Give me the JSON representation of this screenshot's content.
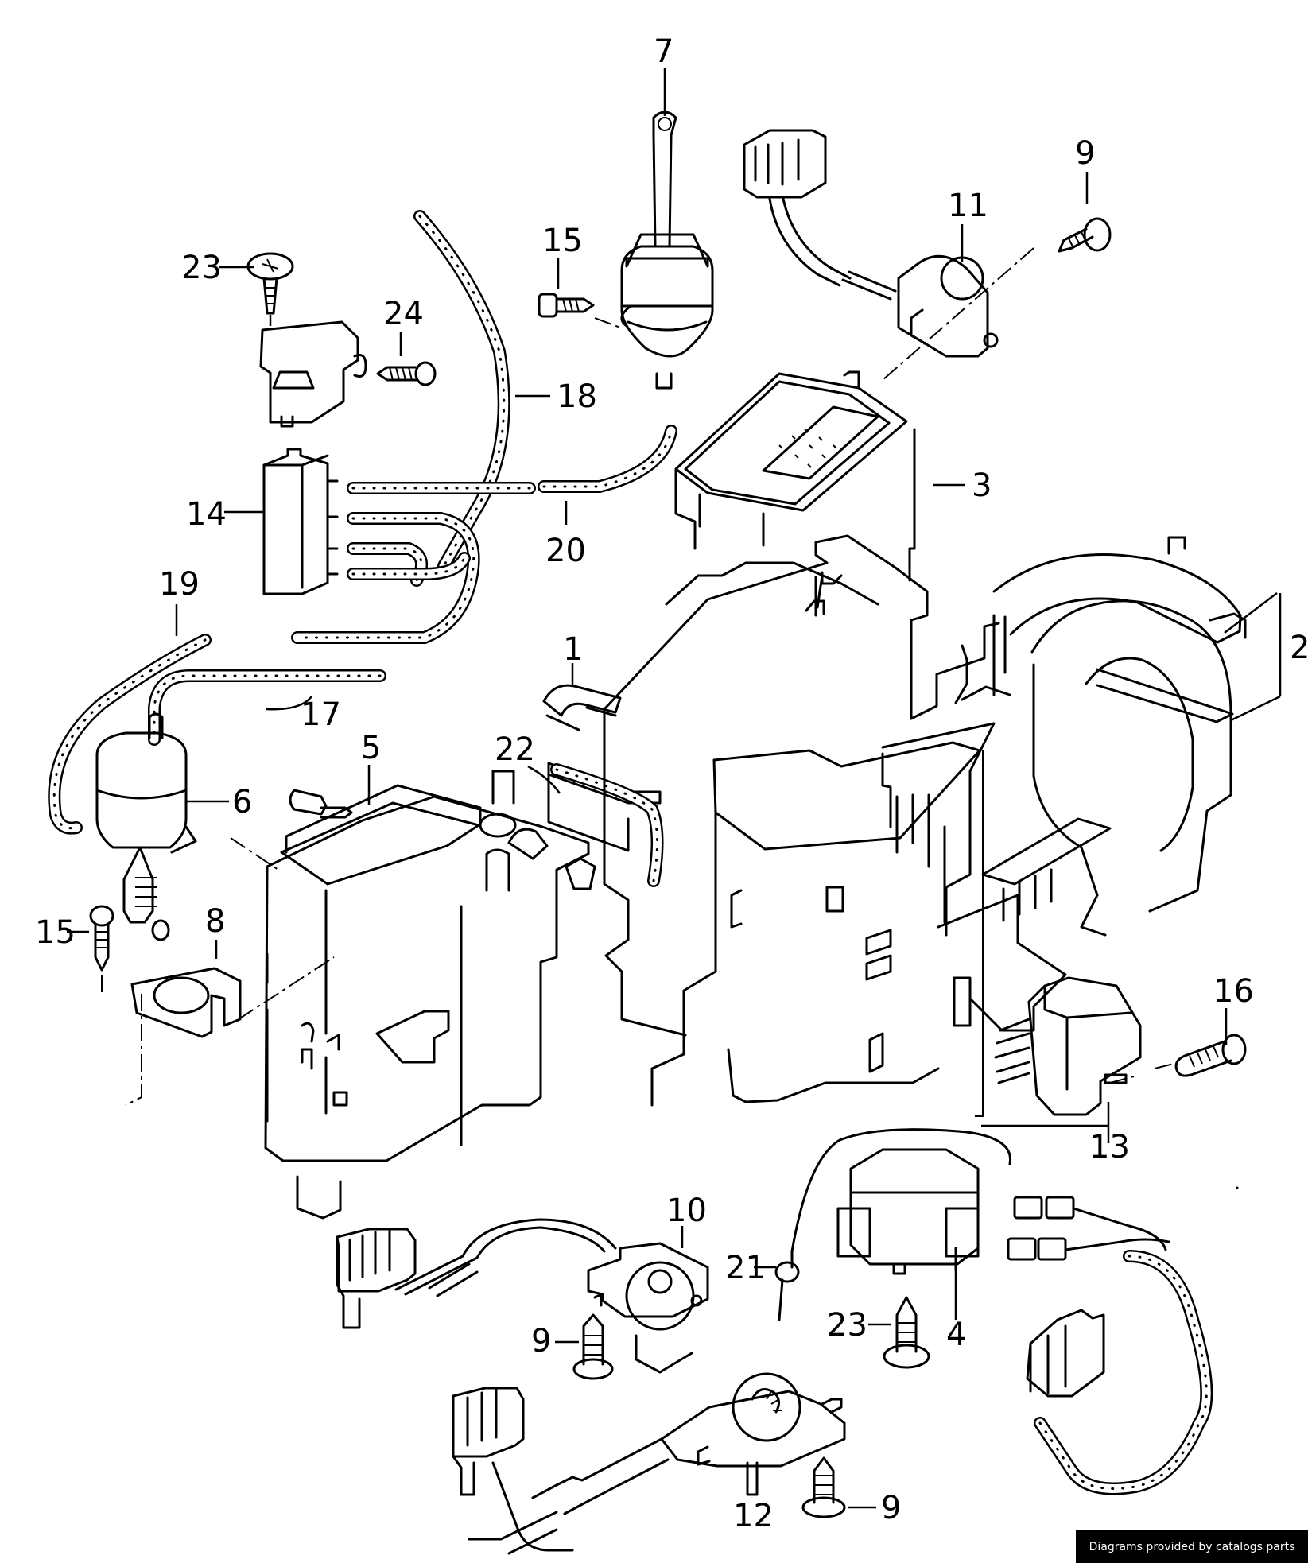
{
  "callouts": {
    "c7": "7",
    "c9_top": "9",
    "c11": "11",
    "c15_top": "15",
    "c23_top": "23",
    "c24": "24",
    "c18": "18",
    "c3": "3",
    "c14": "14",
    "c20": "20",
    "c2": "2",
    "c19": "19",
    "c1": "1",
    "c17": "17",
    "c5": "5",
    "c22": "22",
    "c6": "6",
    "c15_left": "15",
    "c8": "8",
    "c16": "16",
    "c13": "13",
    "c10": "10",
    "c21": "21",
    "c9_mid": "9",
    "c23_bottom": "23",
    "c4": "4",
    "c12": "12",
    "c9_bottom": "9"
  },
  "credit": "Diagrams provided by catalogs parts"
}
